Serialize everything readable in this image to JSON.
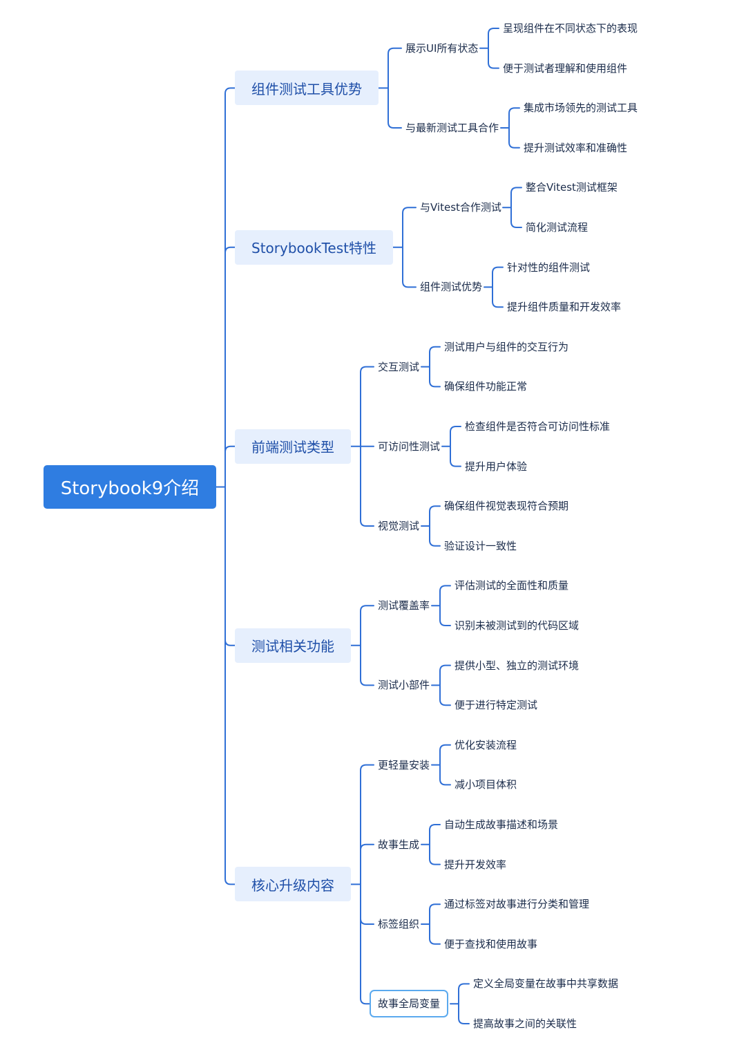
{
  "colors": {
    "root_bg": "#2f7de1",
    "main_bg": "#e6effd",
    "line": "#2f6fd6",
    "selected_border": "#5aa9ee"
  },
  "root": "Storybook9介绍",
  "branches": [
    {
      "label": "组件测试工具优势",
      "children": [
        {
          "label": "展示UI所有状态",
          "leaves": [
            "呈现组件在不同状态下的表现",
            "便于测试者理解和使用组件"
          ]
        },
        {
          "label": "与最新测试工具合作",
          "leaves": [
            "集成市场领先的测试工具",
            "提升测试效率和准确性"
          ]
        }
      ]
    },
    {
      "label": "StorybookTest特性",
      "children": [
        {
          "label": "与Vitest合作测试",
          "leaves": [
            "整合Vitest测试框架",
            "简化测试流程"
          ]
        },
        {
          "label": "组件测试优势",
          "leaves": [
            "针对性的组件测试",
            "提升组件质量和开发效率"
          ]
        }
      ]
    },
    {
      "label": "前端测试类型",
      "children": [
        {
          "label": "交互测试",
          "leaves": [
            "测试用户与组件的交互行为",
            "确保组件功能正常"
          ]
        },
        {
          "label": "可访问性测试",
          "leaves": [
            "检查组件是否符合可访问性标准",
            "提升用户体验"
          ]
        },
        {
          "label": "视觉测试",
          "leaves": [
            "确保组件视觉表现符合预期",
            "验证设计一致性"
          ]
        }
      ]
    },
    {
      "label": "测试相关功能",
      "children": [
        {
          "label": "测试覆盖率",
          "leaves": [
            "评估测试的全面性和质量",
            "识别未被测试到的代码区域"
          ]
        },
        {
          "label": "测试小部件",
          "leaves": [
            "提供小型、独立的测试环境",
            "便于进行特定测试"
          ]
        }
      ]
    },
    {
      "label": "核心升级内容",
      "children": [
        {
          "label": "更轻量安装",
          "leaves": [
            "优化安装流程",
            "减小项目体积"
          ]
        },
        {
          "label": "故事生成",
          "leaves": [
            "自动生成故事描述和场景",
            "提升开发效率"
          ]
        },
        {
          "label": "标签组织",
          "leaves": [
            "通过标签对故事进行分类和管理",
            "便于查找和使用故事"
          ]
        },
        {
          "label": "故事全局变量",
          "selected": true,
          "leaves": [
            "定义全局变量在故事中共享数据",
            "提高故事之间的关联性"
          ]
        }
      ]
    }
  ]
}
